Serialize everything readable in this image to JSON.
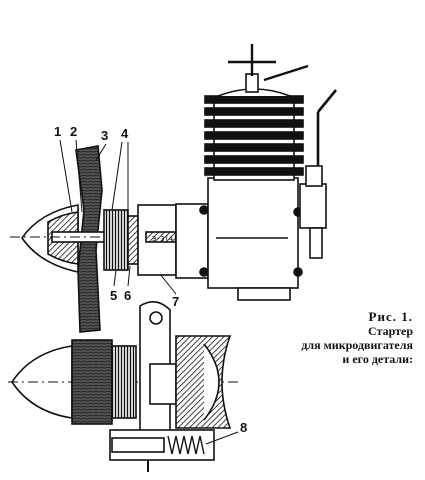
{
  "figure": {
    "caption_title": "Рис. 1.",
    "caption_lines": [
      "Стартер",
      "для микродвигателя",
      "и его детали:"
    ]
  },
  "callouts": [
    "1",
    "2",
    "3",
    "4",
    "5",
    "6",
    "7",
    "8"
  ]
}
